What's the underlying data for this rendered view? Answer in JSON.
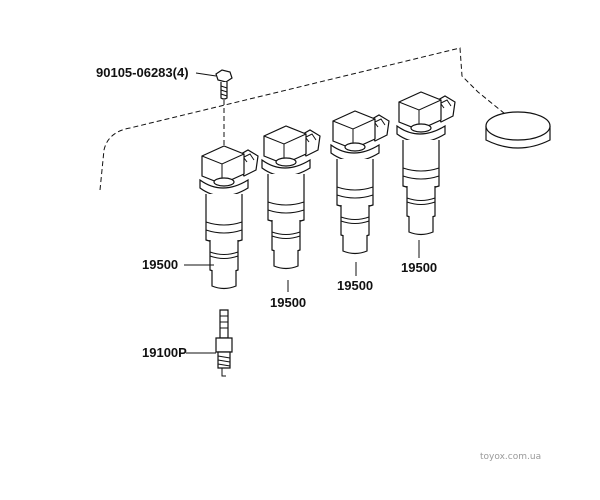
{
  "labels": {
    "bolt": "90105-06283(4)",
    "coil_1": "19500",
    "coil_2": "19500",
    "coil_3": "19500",
    "coil_4": "19500",
    "spark_plug": "19100P"
  },
  "watermark": "toyox.com.ua"
}
